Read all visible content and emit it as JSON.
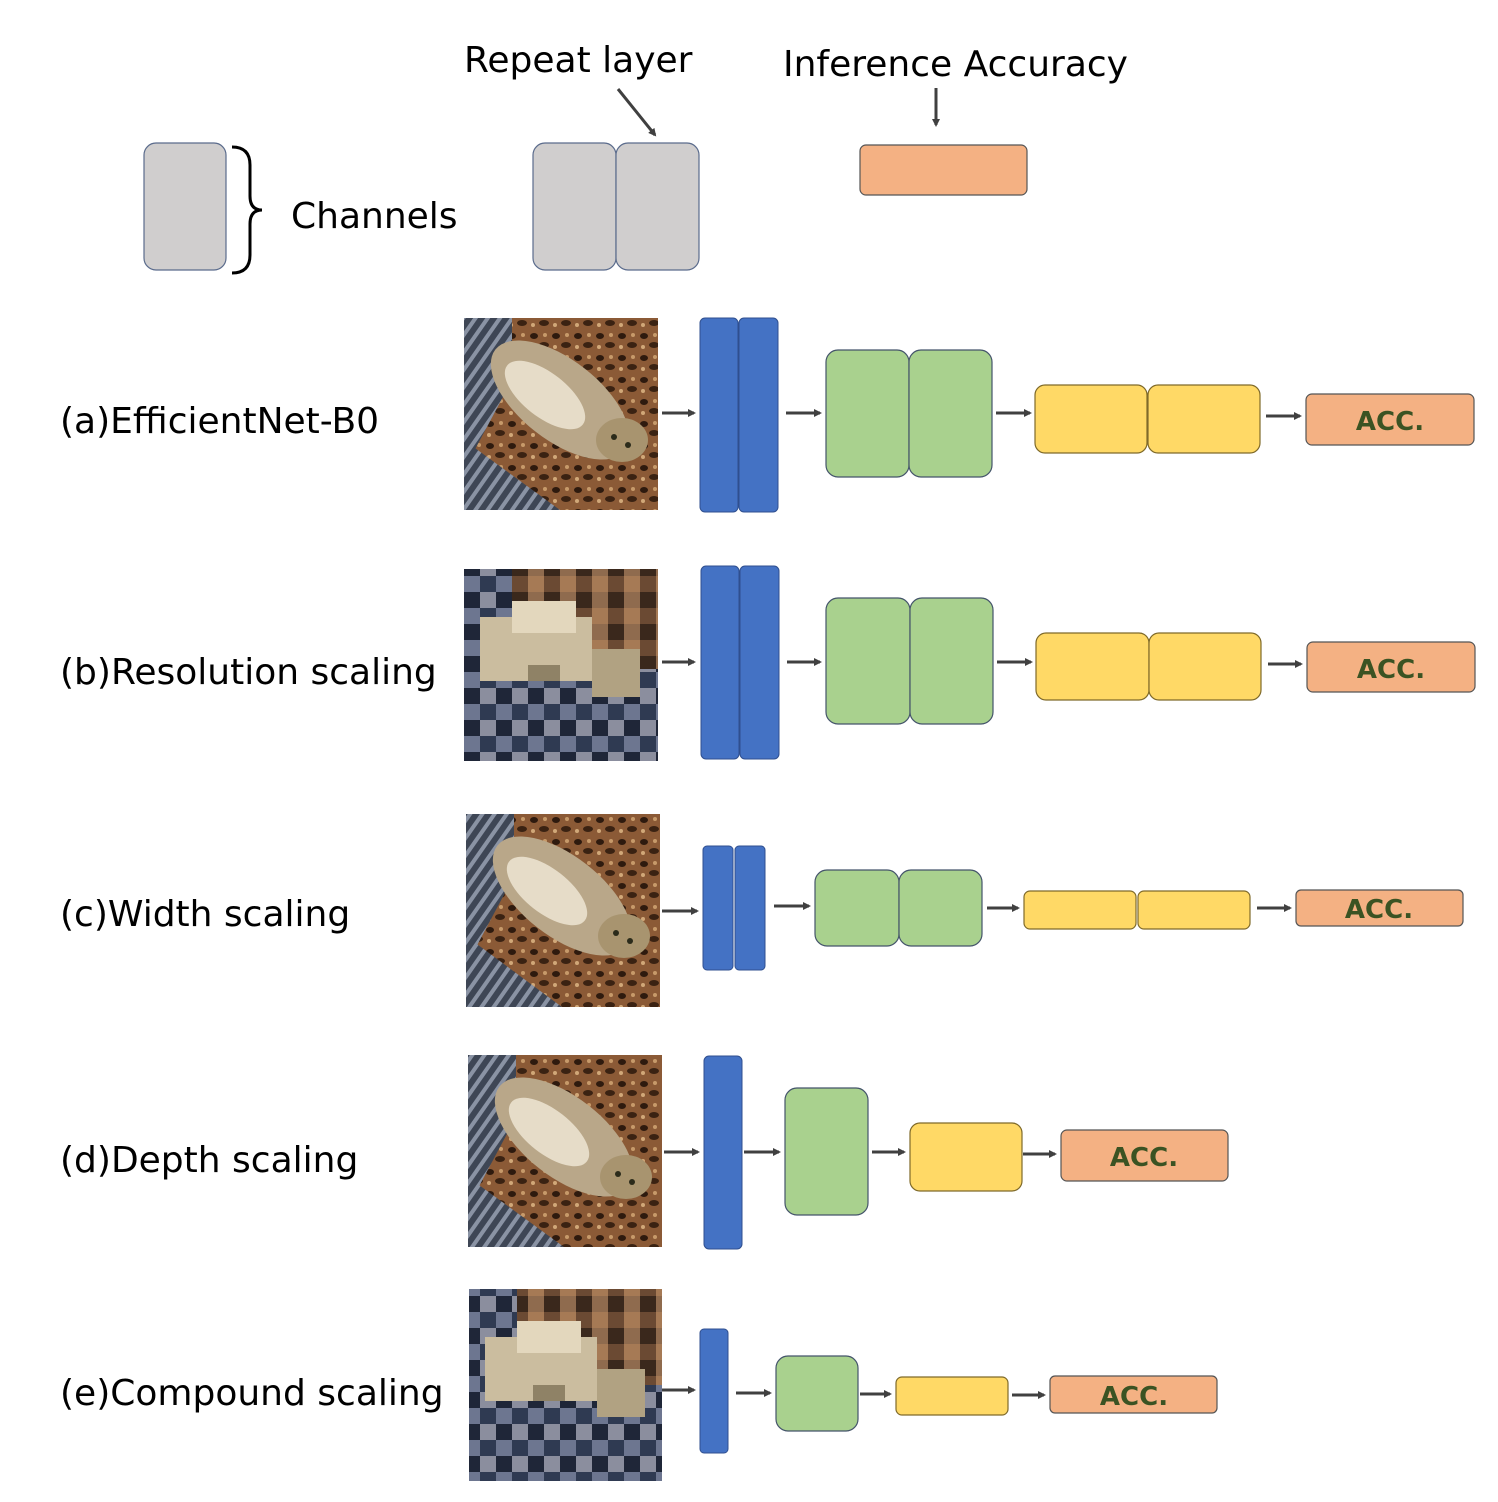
{
  "legend": {
    "channels_label": "Channels",
    "repeat_label": "Repeat layer",
    "accuracy_label": "Inference Accuracy"
  },
  "rows": [
    {
      "label": "(a)EfficientNet-B0",
      "acc_label": "ACC.",
      "image": "cat-photo"
    },
    {
      "label": "(b)Resolution scaling",
      "acc_label": "ACC.",
      "image": "pixelated-cat-photo"
    },
    {
      "label": "(c)Width scaling",
      "acc_label": "ACC.",
      "image": "cat-photo"
    },
    {
      "label": "(d)Depth scaling",
      "acc_label": "ACC.",
      "image": "cat-photo"
    },
    {
      "label": "(e)Compound scaling",
      "acc_label": "ACC.",
      "image": "pixelated-cat-photo"
    }
  ],
  "colors": {
    "legend_block": "#d0cece",
    "blue_layer": "#4472c4",
    "green_layer": "#a9d18e",
    "yellow_layer": "#ffd966",
    "acc_box": "#f4b183",
    "acc_text": "#3b5323",
    "arrow": "#404040"
  }
}
